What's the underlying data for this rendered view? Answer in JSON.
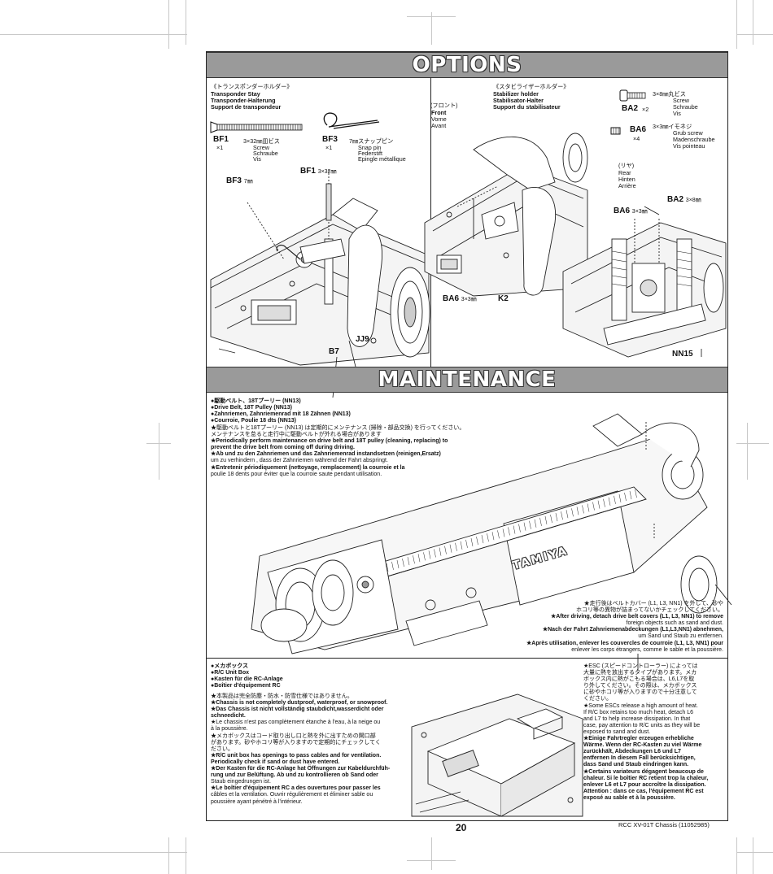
{
  "options": {
    "title": "OPTIONS",
    "transponder": {
      "jp": "《トランスポンダーホルダー》",
      "en": "Transponder Stay",
      "de": "Transponder-Halterung",
      "fr": "Support de transpondeur",
      "bf1": {
        "code": "BF1",
        "qty": "×1",
        "size": "3×32㎜皿ビス",
        "en": "Screw",
        "de": "Schraube",
        "fr": "Vis"
      },
      "bf3": {
        "code": "BF3",
        "qty": "×1",
        "size": "7㎜スナップピン",
        "en": "Snap pin",
        "de": "Federstift",
        "fr": "Epingle métallique"
      },
      "callouts": {
        "bf1": "BF1",
        "bf1_size": "3×32㎜",
        "bf3": "BF3",
        "bf3_size": "7㎜",
        "b7": "B7",
        "jj9": "JJ9"
      }
    },
    "stabilizer": {
      "jp": "《スタビライザーホルダー》",
      "en": "Stabilizer holder",
      "de": "Stabilisator-Halter",
      "fr": "Support du stabilisateur",
      "front_jp": "(フロント)",
      "front_en": "Front",
      "front_de": "Vorne",
      "front_fr": "Avant",
      "rear_jp": "(リヤ)",
      "rear_en": "Rear",
      "rear_de": "Hinten",
      "rear_fr": "Arrière",
      "ba2": {
        "code": "BA2",
        "qty": "×2",
        "size": "3×8㎜丸ビス",
        "en": "Screw",
        "de": "Schraube",
        "fr": "Vis"
      },
      "ba6": {
        "code": "BA6",
        "qty": "×4",
        "size": "3×3㎜イモネジ",
        "en": "Grub screw",
        "de": "Madenschraube",
        "fr": "Vis pointeau"
      },
      "callouts": {
        "ba6_front": "BA6",
        "ba6_front_size": "3×3㎜",
        "k2": "K2",
        "ba6_rear": "BA6",
        "ba6_rear_size": "3×3㎜",
        "ba2_rear": "BA2",
        "ba2_rear_size": "3×8㎜",
        "nn15": "NN15"
      }
    }
  },
  "maintenance": {
    "title": "MAINTENANCE",
    "belt": {
      "heads": [
        "●駆動ベルト、18Tプーリー (NN13)",
        "●Drive Belt, 18T Pulley (NN13)",
        "●Zahnriemen, Zahnriemenrad mit 18 Zähnen (NN13)",
        "●Courroie, Poulie 18 dts (NN13)"
      ],
      "lines": [
        "★駆動ベルトと18Tプーリー (NN13) は定期的にメンテナンス (掃除・部品交換) を行ってください。",
        "メンテナンスを怠ると走行中に駆動ベルトが外れる場合があります",
        "★Periodically perform maintenance on drive belt and 18T pulley (cleaning, replacing) to",
        "prevent the drive belt from coming off during driving.",
        "★Ab und zu den Zahnriemen und das Zahnriemenrad instandsetzen (reinigen,Ersatz)",
        "um zu verhindern , dass der Zahnriemen während der Fahrt abspringt.",
        "★Entretenir périodiquement (nettoyage, remplacement) la courroie et la",
        "poulie 18 dents pour éviter que la courroie saute pendant utilisation."
      ],
      "after": [
        "★走行後はベルトカバー (L1, L3, NN1) を外して、砂や",
        "ホコリ等の異物が詰まってないかチェックしてください。",
        "★After driving, detach drive belt covers (L1, L3, NN1) to remove",
        "foreign objects such as sand and dust.",
        "★Nach der Fahrt Zahnriemenabdeckungen (L1,L3,NN1) abnehmen,",
        "um Sand und Staub zu entfernen.",
        "★Après utilisation, enlever les couvercles de courroie (L1, L3, NN1) pour",
        "enlever les corps étrangers, comme le sable et la poussière."
      ],
      "logo": "TAMIYA"
    },
    "rcbox": {
      "heads": [
        "●メカボックス",
        "●R/C Unit Box",
        "●Kasten für die RC-Anlage",
        "●Boîtier d'équipement RC"
      ],
      "lines": [
        "★本製品は完全防塵・防水・防雪仕様ではありません。",
        "★Chassis is not completely dustproof, waterproof, or snowproof.",
        "★Das Chassis ist nicht vollständig staubdicht,wasserdicht oder",
        "schneedicht.",
        "★Le chassis n'est pas complètement étanche à l'eau, à la neige ou",
        "à la poussière.",
        "★メカボックスはコード取り出し口と熱を外に出すための開口部",
        "があります。砂やホコリ等が入りますので定期的にチェックしてく",
        "ださい。",
        "★R/C unit box has openings to pass cables and for ventilation.",
        "Periodically check if sand or dust have entered.",
        "★Der Kasten für die RC-Anlage hat Öffnungen zur Kabeldurchfüh-",
        "rung und zur Belüftung. Ab und zu kontrollieren ob Sand oder",
        "Staub eingedrungen ist.",
        "★Le boîtier d'équipement RC a des ouvertures pour passer les",
        "câbles et la ventilation. Ouvrir régulièrement et éliminer sable ou",
        "poussière ayant pénétré à l'intérieur."
      ],
      "esc": [
        "★ESC (スピードコントローラー) によっては",
        "大量に熱を放出するタイプがあります。メカ",
        "ボックス内に熱がこもる場合は、L6,L7を取",
        "り外してください。その際は、メカボックス",
        "に砂やホコリ等が入りますので十分注意して",
        "ください。",
        "★Some ESCs release a high amount of heat.",
        "If R/C box retains too much heat, detach L6",
        "and L7 to help increase dissipation. In that",
        "case, pay attention to R/C units as they will be",
        "exposed to sand and dust.",
        "★Einige Fahrtregler erzeugen erhebliche",
        "Wärme. Wenn der RC-Kasten zu viel Wärme",
        "zurückhält, Abdeckungen L6 und L7",
        "entfernen In diesem Fall berücksichtigen,",
        "dass Sand und Staub eindringen kann.",
        "★Certains variateurs dégagent beaucoup de",
        "chaleur. Si le boîtier RC retient trop la chaleur,",
        "enlever L6 et L7 pour accroître la dissipation.",
        "Attention : dans ce cas, l'équipement RC est",
        "exposé au sable et à la poussière."
      ]
    }
  },
  "footer": {
    "page_number": "20",
    "doc_ref": "RCC XV-01T Chassis (11052985)"
  }
}
